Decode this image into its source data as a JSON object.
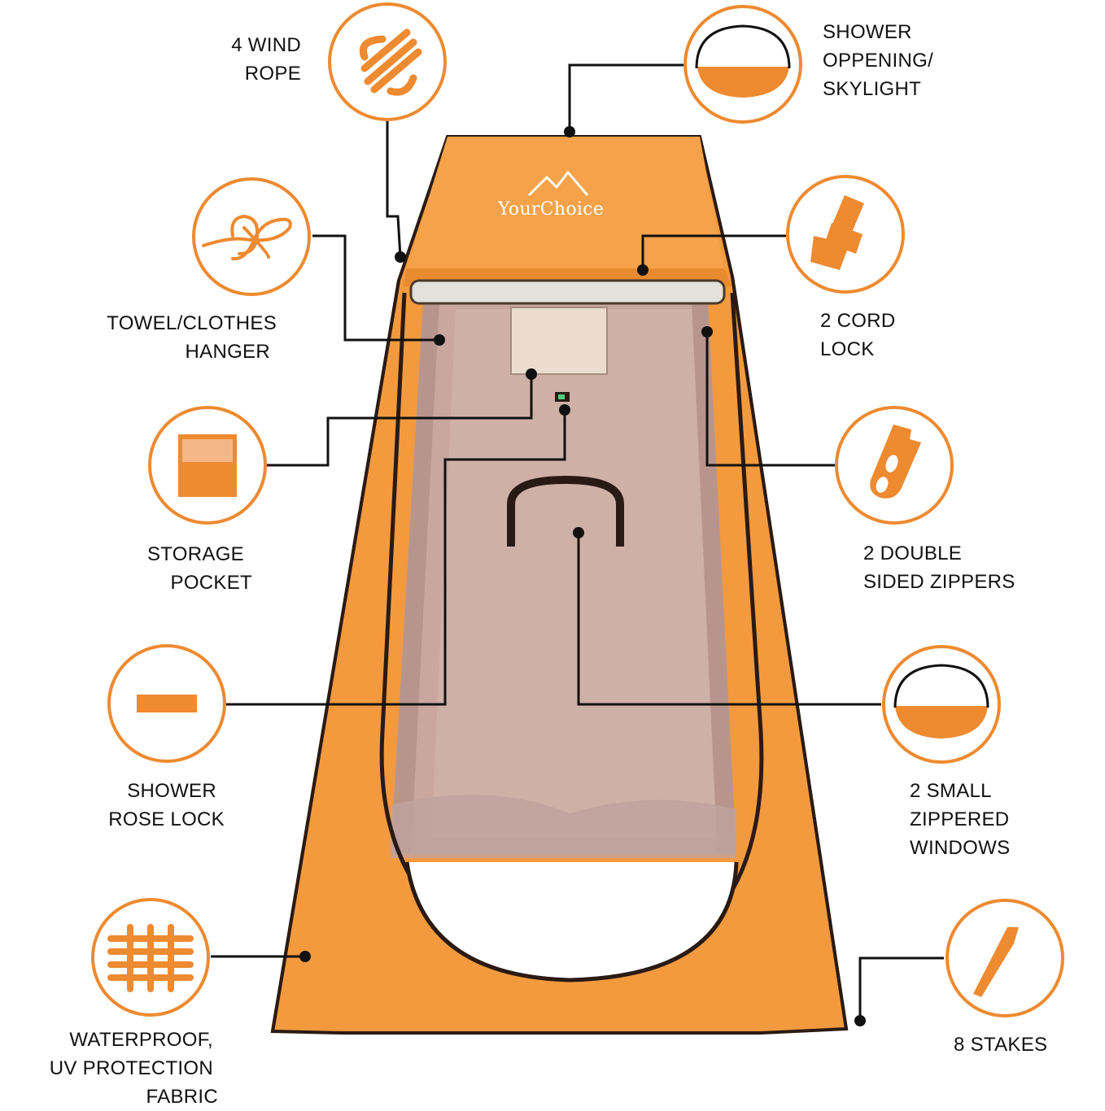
{
  "brand": {
    "name": "YourChoice"
  },
  "colors": {
    "accent": "#ee8a30",
    "tent_outer": "#f39a3e",
    "tent_interior": "#c9a79e",
    "trim": "#2a1a14",
    "leader": "#111111"
  },
  "features": [
    {
      "id": "wind-rope",
      "icon": "rope-coil-icon",
      "lines": [
        "4 WIND",
        "ROPE"
      ]
    },
    {
      "id": "shower-opening",
      "icon": "dome-opening-icon",
      "lines": [
        "SHOWER",
        "OPPENING/",
        "SKYLIGHT"
      ]
    },
    {
      "id": "towel-hanger",
      "icon": "tangled-cord-icon",
      "lines": [
        "TOWEL/CLOTHES",
        "HANGER"
      ]
    },
    {
      "id": "cord-lock",
      "icon": "cord-lock-icon",
      "lines": [
        "2 CORD",
        "LOCK"
      ]
    },
    {
      "id": "storage-pocket",
      "icon": "pocket-icon",
      "lines": [
        "STORAGE",
        "POCKET"
      ]
    },
    {
      "id": "double-zippers",
      "icon": "zipper-pull-icon",
      "lines": [
        "2 DOUBLE",
        "SIDED ZIPPERS"
      ]
    },
    {
      "id": "shower-rose-lock",
      "icon": "strap-icon",
      "lines": [
        "SHOWER",
        "ROSE LOCK"
      ]
    },
    {
      "id": "zippered-windows",
      "icon": "window-icon",
      "lines": [
        "2 SMALL",
        "ZIPPERED",
        "WINDOWS"
      ]
    },
    {
      "id": "fabric",
      "icon": "grid-fabric-icon",
      "lines": [
        "WATERPROOF,",
        "UV PROTECTION",
        "FABRIC"
      ]
    },
    {
      "id": "stakes",
      "icon": "stake-icon",
      "lines": [
        "8 STAKES"
      ]
    }
  ]
}
